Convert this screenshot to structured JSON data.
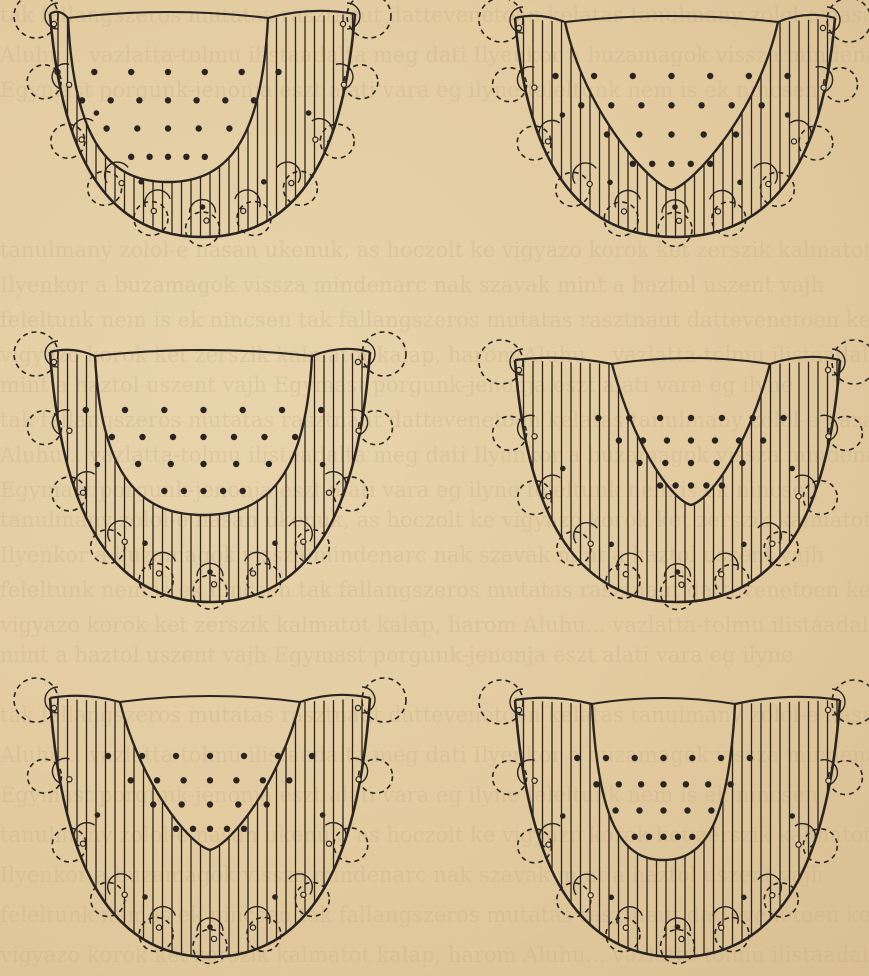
{
  "page": {
    "background": "#e3cda2",
    "ink_color": "#2a2520",
    "show_through_color": "#c4ad84"
  },
  "figures": {
    "count": 6,
    "arrangement": "3 rows x 2 columns"
  },
  "show_through_lines": [
    "tak fallangszeros mutatas rasztnaut dattevenetoen kelatas",
    "Aluhu... vazlatta-tolmu ilistaadalta meg dati",
    "Egymast porgunk-jenonja eszt alati vara eg ilyne",
    "tanulmany zolol-e nasan ukenuk, as hoczolt ke",
    "Ilyenkor a buzamagok vissza mindenarc nak szavak",
    "feleltunk nem is ek nincsen",
    "vigyazo korok ket zerszik kalmatot kalap, harom",
    "mint a haztol uszent vajh"
  ]
}
